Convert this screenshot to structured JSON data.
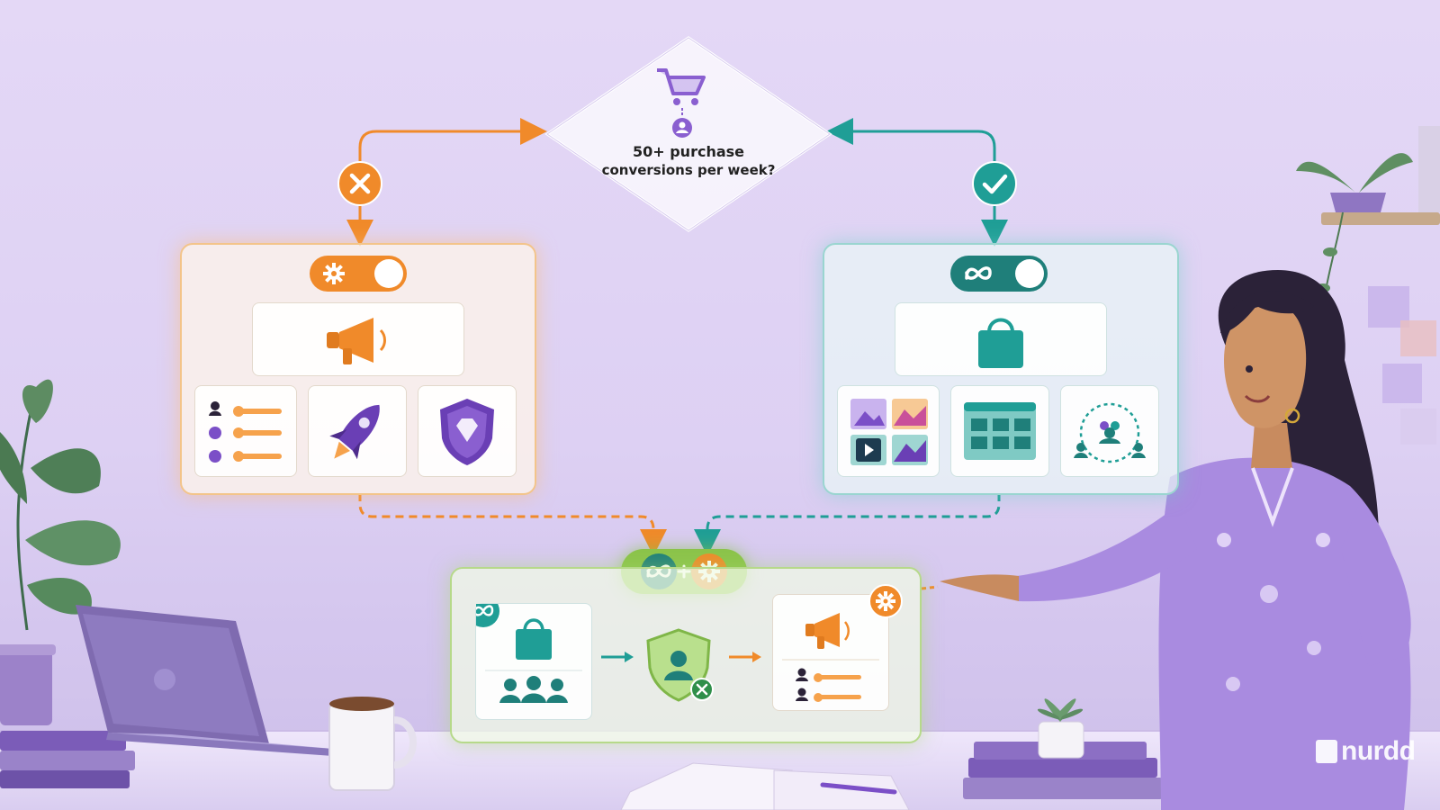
{
  "decision": {
    "question_line1": "50+ purchase",
    "question_line2": "conversions per week?"
  },
  "branches": {
    "no": {
      "icon": "x-icon",
      "color": "#f08a2a"
    },
    "yes": {
      "icon": "check-icon",
      "color": "#1f9e96"
    }
  },
  "panels": {
    "manual": {
      "toggle_icon": "gear-icon",
      "hero_icon": "megaphone-icon",
      "tiles": [
        "audience-list-icon",
        "rocket-icon",
        "shield-diamond-icon"
      ],
      "accent": "#f08a2a"
    },
    "advantage": {
      "toggle_icon": "meta-icon",
      "hero_icon": "shopping-bag-icon",
      "tiles": [
        "creative-grid-icon",
        "catalog-icon",
        "broad-audience-icon"
      ],
      "accent": "#1f8e88"
    },
    "hybrid": {
      "badge_icons": [
        "meta-icon",
        "plus-icon",
        "gear-icon"
      ],
      "left_card": [
        "meta-icon",
        "shopping-bag-icon",
        "people-group-icon"
      ],
      "center_icon": "shield-user-exclude-icon",
      "right_card": [
        "gear-icon",
        "megaphone-icon",
        "audience-list-icon"
      ],
      "accent": "#8bc34a"
    }
  },
  "brand": {
    "logo_text": "nurdd"
  },
  "colors": {
    "background": "#e0d4f5",
    "purple": "#7b4fc7",
    "orange": "#f08a2a",
    "teal": "#1f9e96",
    "green": "#8bc34a"
  }
}
